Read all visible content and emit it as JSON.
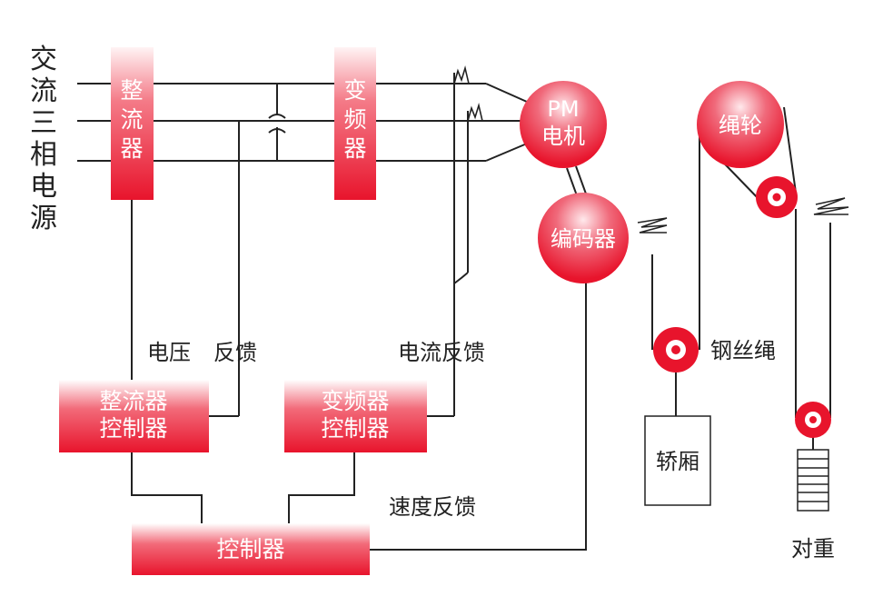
{
  "power_source": [
    "交",
    "流",
    "三",
    "相",
    "电",
    "源"
  ],
  "rectifier": [
    "整",
    "流",
    "器"
  ],
  "inverter": [
    "变",
    "频",
    "器"
  ],
  "motor": [
    "PM",
    "电机"
  ],
  "encoder": "编码器",
  "sheave": "绳轮",
  "voltage_feedback": "电压",
  "feedback_word": "反馈",
  "current_feedback": "电流反馈",
  "rectifier_controller": [
    "整流器",
    "控制器"
  ],
  "inverter_controller": [
    "变频器",
    "控制器"
  ],
  "speed_feedback": "速度反馈",
  "controller": "控制器",
  "wire_rope": "钢丝绳",
  "car": "轿厢",
  "counterweight": "对重",
  "colors": {
    "accent": "#e8142c",
    "line": "#222222"
  }
}
